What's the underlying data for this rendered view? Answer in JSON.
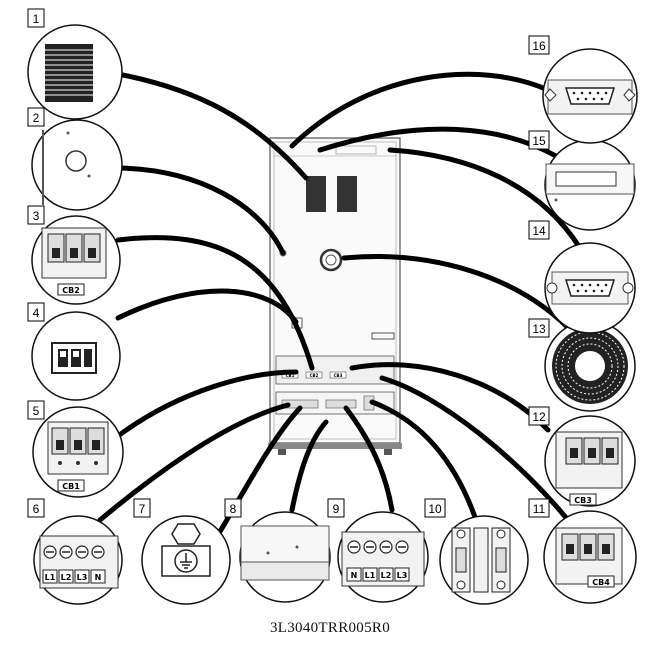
{
  "figure": {
    "caption": "3L3040TRR005R0",
    "callouts": [
      "1",
      "2",
      "3",
      "4",
      "5",
      "6",
      "7",
      "8",
      "9",
      "10",
      "11",
      "12",
      "13",
      "14",
      "15",
      "16"
    ],
    "breakers": {
      "cb1": "CB1",
      "cb2": "CB2",
      "cb3": "CB3",
      "cb4": "CB4"
    },
    "terminals_6": [
      "L1",
      "L2",
      "L3",
      "N"
    ],
    "terminals_9": [
      "N",
      "L1",
      "L2",
      "L3"
    ],
    "cabinet_breakers": [
      "CB1",
      "CB2",
      "CB3"
    ],
    "colors": {
      "line": "#000000",
      "panel": "#f2f2f2",
      "frame": "#444444"
    }
  }
}
